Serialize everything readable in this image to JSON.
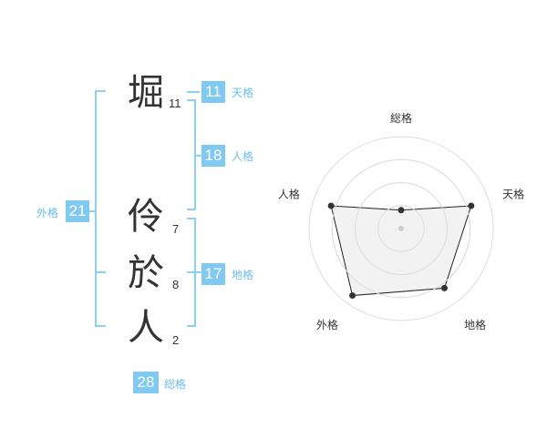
{
  "name_chars": [
    {
      "char": "堀",
      "strokes": "11"
    },
    {
      "char": "伶",
      "strokes": "7"
    },
    {
      "char": "於",
      "strokes": "8"
    },
    {
      "char": "人",
      "strokes": "2"
    }
  ],
  "kaku": {
    "tenkaku": {
      "value": "11",
      "label": "天格"
    },
    "jinkaku": {
      "value": "18",
      "label": "人格"
    },
    "chikaku": {
      "value": "17",
      "label": "地格"
    },
    "gaikaku": {
      "value": "21",
      "label": "外格"
    },
    "soukaku": {
      "value": "28",
      "label": "総格"
    }
  },
  "colors": {
    "accent": "#7fc9f2",
    "bracket": "#8ecff5",
    "text": "#333333",
    "radar_fill": "#f0f0f0",
    "grid": "#dddddd"
  },
  "chart_data": {
    "type": "radar",
    "axes": [
      "総格",
      "天格",
      "地格",
      "外格",
      "人格"
    ],
    "values": [
      0.2,
      0.8,
      0.8,
      0.9,
      0.8
    ],
    "max": 1,
    "rings": 4
  }
}
